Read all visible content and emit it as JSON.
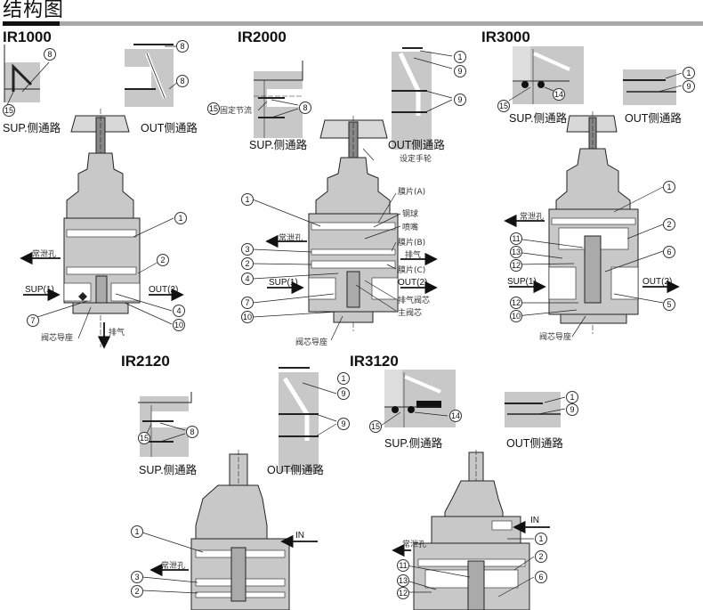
{
  "title": "结构图",
  "colors": {
    "body_gray": "#c8c8c8",
    "dark_gray": "#a0a0a0",
    "line": "#222222",
    "rule_gray": "#a8a8a8"
  },
  "labels": {
    "sup_side": "SUP.侧通路",
    "out_side": "OUT侧通路",
    "bleed": "常泄孔",
    "exhaust": "排气",
    "sup_port": "SUP(1)",
    "out_port": "OUT(2)",
    "valve_guide": "阀芯导座",
    "fixed_throttle": "固定节流",
    "knob": "设定手轮",
    "diaphragm_a": "膜片(A)",
    "steel_ball": "钢球",
    "nozzle": "喷嘴",
    "diaphragm_b": "膜片(B)",
    "diaphragm_c": "膜片(C)",
    "exhaust_valve": "排气阀芯",
    "main_valve": "主阀芯",
    "in_port": "IN"
  },
  "models": [
    {
      "name": "IR1000",
      "sup_callouts": [
        "8",
        "15"
      ],
      "out_callouts": [
        "8",
        "8"
      ],
      "body_callouts": [
        "1",
        "2",
        "7",
        "4",
        "10"
      ]
    },
    {
      "name": "IR2000",
      "sup_callouts": [
        "15",
        "8"
      ],
      "out_callouts": [
        "1",
        "9",
        "9"
      ],
      "body_callouts": [
        "1",
        "3",
        "2",
        "4",
        "7",
        "10"
      ]
    },
    {
      "name": "IR3000",
      "sup_callouts": [
        "15",
        "14"
      ],
      "out_callouts": [
        "1",
        "9"
      ],
      "body_callouts": [
        "1",
        "2",
        "11",
        "13",
        "12",
        "6",
        "12",
        "10",
        "5"
      ]
    },
    {
      "name": "IR2120",
      "sup_callouts": [
        "15",
        "8"
      ],
      "out_callouts": [
        "1",
        "9",
        "9"
      ],
      "body_callouts": [
        "1",
        "3",
        "2"
      ]
    },
    {
      "name": "IR3120",
      "sup_callouts": [
        "15",
        "14"
      ],
      "out_callouts": [
        "1",
        "9"
      ],
      "body_callouts": [
        "1",
        "2",
        "11",
        "13",
        "12",
        "6"
      ]
    }
  ]
}
